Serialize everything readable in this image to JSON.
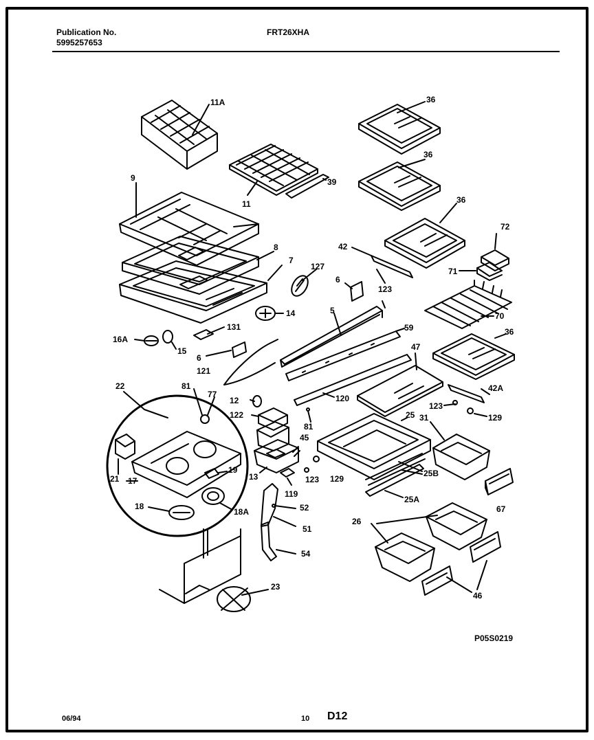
{
  "header": {
    "publication_label": "Publication No.",
    "publication_number": "5995257653",
    "model": "FRT26XHA"
  },
  "footer": {
    "date": "06/94",
    "page": "10",
    "code": "D12",
    "drawing_id": "P05S0219"
  },
  "part_labels": {
    "p11A": "11A",
    "p36a": "36",
    "p36b": "36",
    "p36c": "36",
    "p36d": "36",
    "p39": "39",
    "p11": "11",
    "p9": "9",
    "p8": "8",
    "p7": "7",
    "p127": "127",
    "p72": "72",
    "p71": "71",
    "p42": "42",
    "p6a": "6",
    "p123a": "123",
    "p14": "14",
    "p5": "5",
    "p70": "70",
    "p131": "131",
    "p59": "59",
    "p16A": "16A",
    "p15": "15",
    "p6b": "6",
    "p47": "47",
    "p121": "121",
    "p22": "22",
    "p81a": "81",
    "p77": "77",
    "p12": "12",
    "p120": "120",
    "p42A": "42A",
    "p123b": "123",
    "p129a": "129",
    "p122": "122",
    "p81b": "81",
    "p25": "25",
    "p31": "31",
    "p45": "45",
    "p21": "21",
    "p17": "17",
    "p19": "19",
    "p13": "13",
    "p123c": "123",
    "p129b": "129",
    "p25B": "25B",
    "p119": "119",
    "p25A": "25A",
    "p67": "67",
    "p18": "18",
    "p18A": "18A",
    "p52": "52",
    "p26": "26",
    "p51": "51",
    "p54": "54",
    "p23": "23",
    "p46": "46"
  }
}
